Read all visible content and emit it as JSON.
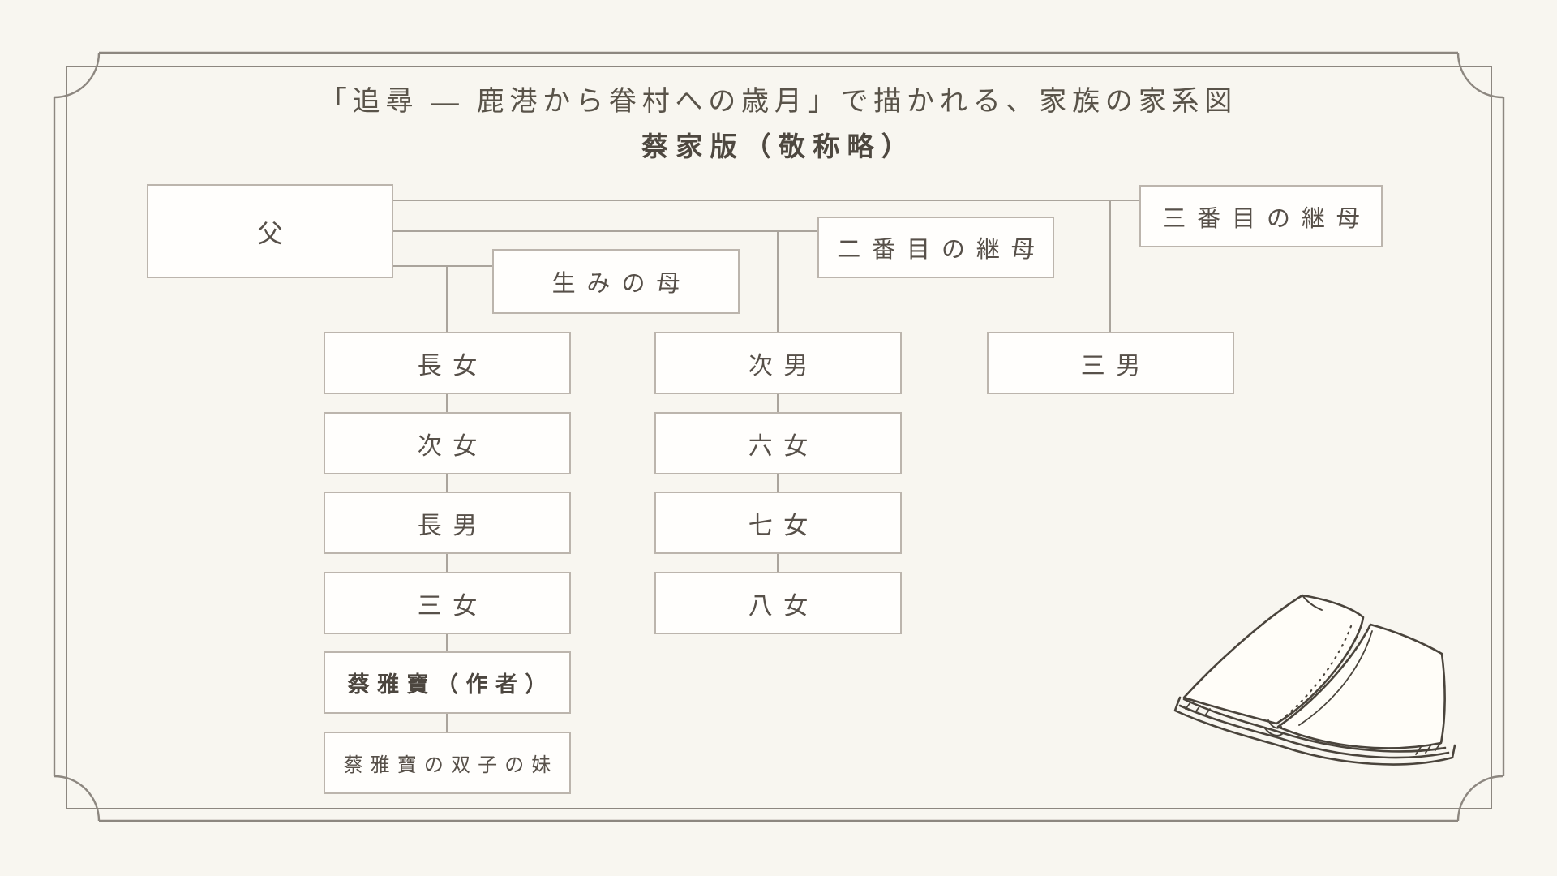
{
  "title": {
    "line1": "「追尋 — 鹿港から眷村への歳月」で描かれる、家族の家系図",
    "line2": "蔡家版（敬称略）"
  },
  "tree": {
    "father": {
      "label": "父"
    },
    "mothers": [
      {
        "id": "birth-mother",
        "label": "生みの母"
      },
      {
        "id": "second-stepmother",
        "label": "二番目の継母"
      },
      {
        "id": "third-stepmother",
        "label": "三番目の継母"
      }
    ],
    "columns": [
      {
        "mother": "生みの母",
        "children": [
          "長女",
          "次女",
          "長男",
          "三女",
          "蔡雅寶（作者）",
          "蔡雅寶の双子の妹"
        ]
      },
      {
        "mother": "二番目の継母",
        "children": [
          "次男",
          "六女",
          "七女",
          "八女"
        ]
      },
      {
        "mother": "三番目の継母",
        "children": [
          "三男"
        ]
      }
    ]
  },
  "decorations": {
    "bottom_right_illustration": "open-book-icon",
    "frame_style": "double-line border with quarter-circle corner ornaments"
  },
  "colors": {
    "background": "#f8f6f0",
    "box_fill": "#fffefc",
    "box_border": "#bcb5ad",
    "connector_line": "#aaa49c",
    "frame_line": "#8d8780",
    "text": "#554f48",
    "illustration_line": "#4a443c"
  }
}
